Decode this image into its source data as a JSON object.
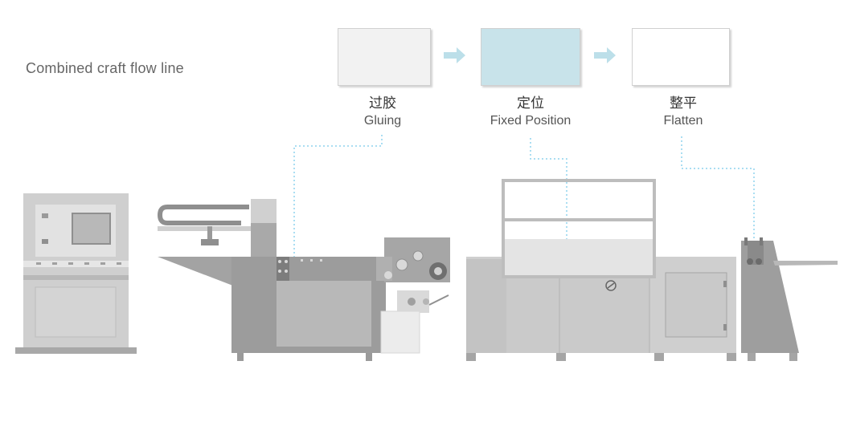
{
  "title": "Combined craft flow line",
  "steps": [
    {
      "cn": "过胶",
      "en": "Gluing",
      "color": "#f2f2f2"
    },
    {
      "cn": "定位",
      "en": "Fixed Position",
      "color": "#c8e3ea"
    },
    {
      "cn": "整平",
      "en": "Flatten",
      "color": "#ffffff"
    }
  ],
  "colors": {
    "arrow": "#bcdfe9",
    "leader": "#8fd3ee",
    "machine_light": "#cfcfcf",
    "machine_mid": "#b8b8b8",
    "machine_dark": "#8f8f8f"
  }
}
